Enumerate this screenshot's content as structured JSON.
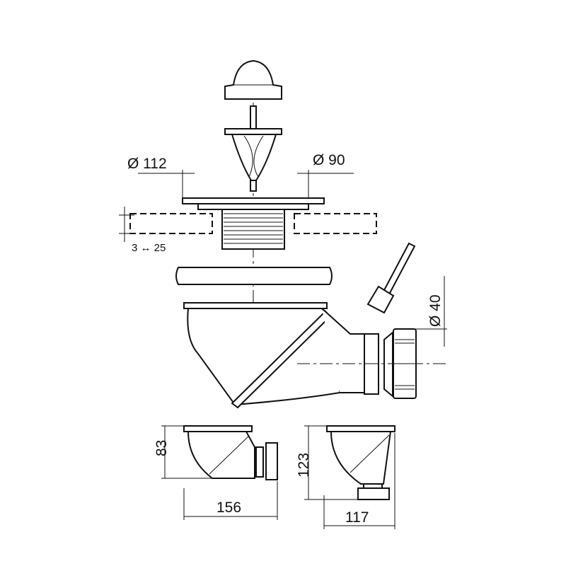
{
  "labels": {
    "outer_diameter": "Ø 112",
    "inner_diameter": "Ø 90",
    "thickness_range": "3 ↔ 25",
    "outlet_diameter": "Ø 40",
    "small_height": "83",
    "small_width": "156",
    "large_height": "123",
    "large_width": "117"
  }
}
